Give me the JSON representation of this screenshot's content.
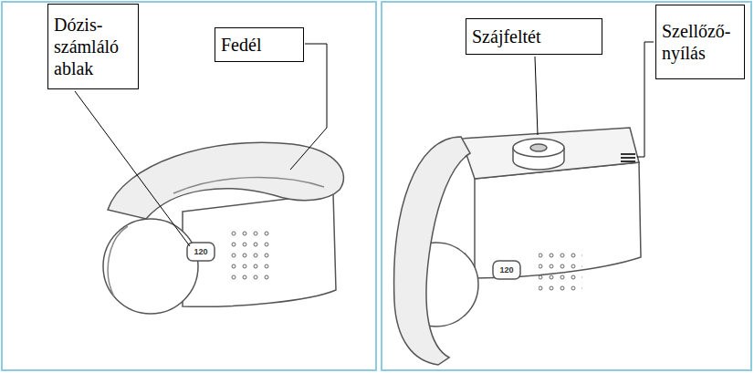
{
  "diagram": {
    "nodes": [
      {
        "text": [
          "Dózis- számláló ablak"
        ]
      },
      {
        "text": [
          "Fedél"
        ]
      },
      {
        "text": [
          "Szájfeltét"
        ]
      },
      {
        "text": [
          "Szellőző- nyílás"
        ]
      }
    ],
    "labels": [
      "120",
      "120"
    ]
  }
}
